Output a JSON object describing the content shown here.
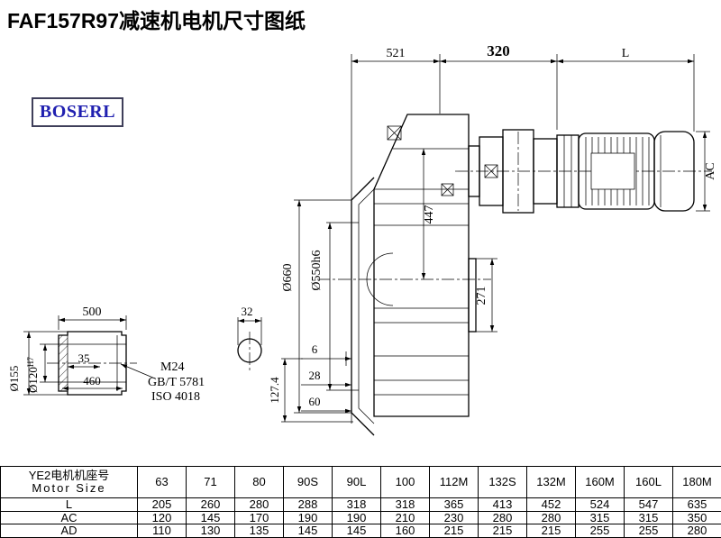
{
  "page": {
    "title": "FAF157R97减速机电机尺寸图纸",
    "logo_text": "BOSERL",
    "colors": {
      "logo_text": "#2020b0",
      "logo_border": "#3f3f5a",
      "line": "#000000",
      "background": "#ffffff"
    }
  },
  "drawing": {
    "top_dims": {
      "d521": "521",
      "d320": "320",
      "dL": "L"
    },
    "right_dim": {
      "dAC": "AC"
    },
    "vertical_dims": {
      "d447": "447",
      "d271": "271",
      "d660": "Ø660",
      "d550": "Ø550h6",
      "d127": "127.4",
      "d155": "Ø155",
      "d120": "Ø120",
      "d120_tol": "H7"
    },
    "left_detail": {
      "d500": "500",
      "d35": "35",
      "d460": "460",
      "m24": "M24",
      "gbt": "GB/T 5781",
      "iso": "ISO 4018",
      "d32": "32"
    },
    "bottom_dims": {
      "d6": "6",
      "d28": "28",
      "d60": "60"
    }
  },
  "table": {
    "header": {
      "line1": "YE2电机机座号",
      "line2": "Motor Size"
    },
    "sizes": [
      "63",
      "71",
      "80",
      "90S",
      "90L",
      "100",
      "112M",
      "132S",
      "132M",
      "160M",
      "160L",
      "180M"
    ],
    "rows": [
      {
        "label": "L",
        "values": [
          "205",
          "260",
          "280",
          "288",
          "318",
          "318",
          "365",
          "413",
          "452",
          "524",
          "547",
          "635"
        ]
      },
      {
        "label": "AC",
        "values": [
          "120",
          "145",
          "170",
          "190",
          "190",
          "210",
          "230",
          "280",
          "280",
          "315",
          "315",
          "350"
        ]
      },
      {
        "label": "AD",
        "values": [
          "110",
          "130",
          "135",
          "145",
          "145",
          "160",
          "215",
          "215",
          "215",
          "255",
          "255",
          "280"
        ]
      }
    ]
  }
}
